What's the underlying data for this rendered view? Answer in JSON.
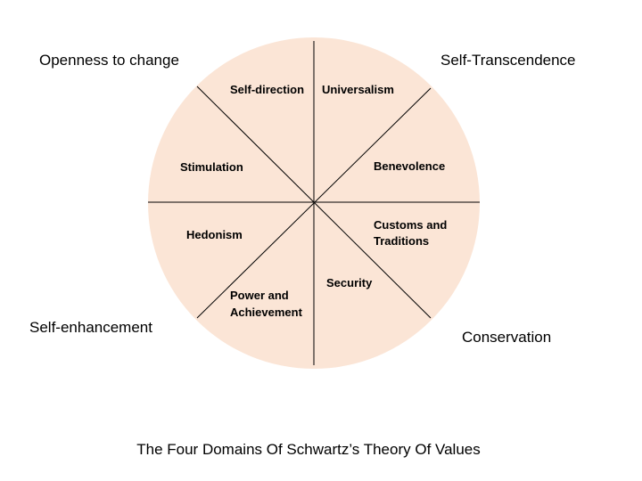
{
  "diagram": {
    "caption": "The Four Domains Of Schwartz’s Theory Of Values",
    "circle_fill": "#fbe5d6",
    "line_color": "#000000",
    "quadrants": {
      "top_left": "Openness to change",
      "top_right": "Self-Transcendence",
      "bottom_left": "Self-enhancement",
      "bottom_right": "Conservation"
    },
    "values": {
      "self_direction": "Self-direction",
      "universalism": "Universalism",
      "stimulation": "Stimulation",
      "benevolence": "Benevolence",
      "hedonism": "Hedonism",
      "customs_line1": "Customs and",
      "customs_line2": "Traditions",
      "security": "Security",
      "power_line1": "Power and",
      "power_line2": "Achievement"
    }
  }
}
